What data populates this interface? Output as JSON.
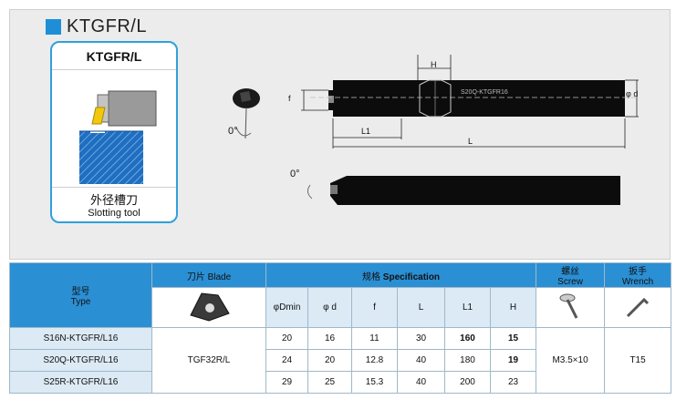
{
  "title": "KTGFR/L",
  "card": {
    "heading": "KTGFR/L",
    "caption_zh": "外径槽刀",
    "caption_en": "Slotting tool"
  },
  "drawing": {
    "angle_top": "0°",
    "angle_bottom": "0°",
    "dim_h": "H",
    "dim_f": "f",
    "dim_l1": "L1",
    "dim_l": "L",
    "dim_phid": "φ d",
    "shank_marking": "S20Q-KTGFR16"
  },
  "table": {
    "type_zh": "型号",
    "type_en": "Type",
    "blade_zh": "刀片",
    "blade_en": "Blade",
    "spec_zh": "规格",
    "spec_en": "Specification",
    "screw_zh": "螺丝",
    "screw_en": "Screw",
    "wrench_zh": "扳手",
    "wrench_en": "Wrench",
    "cols": [
      "φDmin",
      "φ d",
      "f",
      "L",
      "L1",
      "H"
    ],
    "rows": [
      {
        "type": "S16N-KTGFR/L16",
        "dmin": "20",
        "d": "16",
        "f": "11",
        "L": "30",
        "L1": "160",
        "H": "15"
      },
      {
        "type": "S20Q-KTGFR/L16",
        "dmin": "24",
        "d": "20",
        "f": "12.8",
        "L": "40",
        "L1": "180",
        "H": "19"
      },
      {
        "type": "S25R-KTGFR/L16",
        "dmin": "29",
        "d": "25",
        "f": "15.3",
        "L": "40",
        "L1": "200",
        "H": "23"
      }
    ],
    "blade": "TGF32R/L",
    "screw": "M3.5×10",
    "wrench": "T15"
  },
  "colors": {
    "accent": "#2b8fd4",
    "light": "#dceaf5",
    "panel": "#ececec"
  },
  "icons": [
    "insert-icon",
    "screw-icon",
    "wrench-icon"
  ]
}
